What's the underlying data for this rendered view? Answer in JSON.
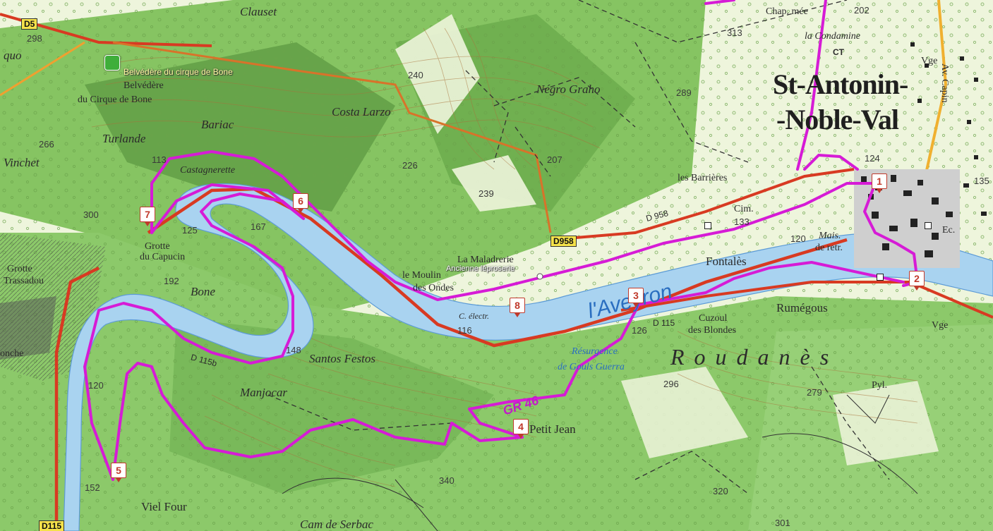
{
  "map": {
    "places": {
      "clauset": "Clauset",
      "chap_mee": "Chap. mée",
      "la_condamine": "la Condamine",
      "st_antonin_1": "St-Antonin-",
      "st_antonin_2": "-Noble-Val",
      "negro_graho": "Négro Graho",
      "costa_larzo": "Costa Larzo",
      "belvedere_1": "Belvédère",
      "belvedere_2": "du Cirque de Bone",
      "bariac": "Bariac",
      "turlande": "Turlande",
      "castagnerette": "Castagnerette",
      "vinchet": "Vinchet",
      "grotte_capucin_1": "Grotte",
      "grotte_capucin_2": "du Capucin",
      "grotte_trassadou_1": "Grotte",
      "grotte_trassadou_2": "Trassadou",
      "bone": "Bone",
      "les_barrieres": "les Barrières",
      "la_maladrerie": "La Maladrerie",
      "le_moulin_1": "le Moulin",
      "le_moulin_2": "des Ondes",
      "c_electr": "C. électr.",
      "fontales": "Fontalès",
      "rumegous": "Rumégous",
      "cuzoul_1": "Cuzoul",
      "cuzoul_2": "des Blondes",
      "roudanes": "Roudanès",
      "resurgence_1": "Résurgence",
      "resurgence_2": "de Gouls Guerra",
      "santos_festos": "Santos Festos",
      "manjocar": "Manjocar",
      "petit_jean": "Petit Jean",
      "viel_four": "Viel Four",
      "cam_de_serbac": "Cam de Serbac",
      "cim": "Cim.",
      "mais_de_retr_1": "Mais.",
      "mais_de_retr_2": "de retr.",
      "vge_1": "Vge",
      "vge_2": "Vge",
      "pyl": "Pyl.",
      "ct": "CT",
      "ec": "Ec.",
      "av_capin": "Av. Capin",
      "quo": "quo",
      "lonche": "onche"
    },
    "river": "l'Aveyron",
    "gr": "GR 46",
    "roads": {
      "d5": "D5",
      "d958": "D958",
      "d958_inline": "D 958",
      "d115": "D115",
      "d115_inline": "D 115",
      "d115b": "D 115b"
    },
    "elevations": [
      "298",
      "313",
      "202",
      "240",
      "289",
      "266",
      "226",
      "207",
      "239",
      "124",
      "135",
      "113",
      "300",
      "125",
      "167",
      "133",
      "120",
      "192",
      "116",
      "126",
      "148",
      "279",
      "296",
      "340",
      "320",
      "301",
      "152",
      "120"
    ],
    "poi": {
      "belvedere_label": "Belvédère du cirque de Bone",
      "leproserie_label": "Ancienne léproserie"
    },
    "waypoints": [
      "1",
      "2",
      "3",
      "4",
      "5",
      "6",
      "7",
      "8"
    ],
    "colors": {
      "route": "#d61bd6",
      "river": "#a9d3f0",
      "road_red": "#d83a22",
      "road_orange": "#f08a2a",
      "forest": "#7fbf5a",
      "forest_dark": "#5b9a44",
      "open_land": "#eef5dc",
      "town": "#d9d9d9"
    }
  }
}
